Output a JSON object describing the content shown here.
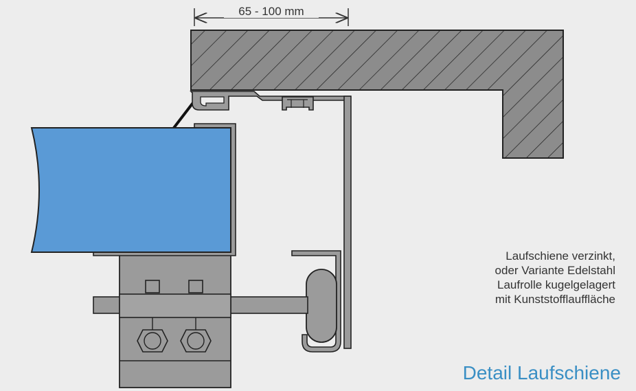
{
  "dimension": {
    "label": "65 - 100 mm"
  },
  "notes": [
    "Laufschiene verzinkt,",
    "oder Variante Edelstahl",
    "Laufrolle kugelgelagert",
    "mit Kunststofflauffläche"
  ],
  "caption": "Detail Laufschiene",
  "colors": {
    "background": "#ededed",
    "concrete": "#8c8c8c",
    "steel": "#9b9b9b",
    "door_panel": "#5a9ad6",
    "caption": "#3a8fc4",
    "text": "#333333"
  }
}
